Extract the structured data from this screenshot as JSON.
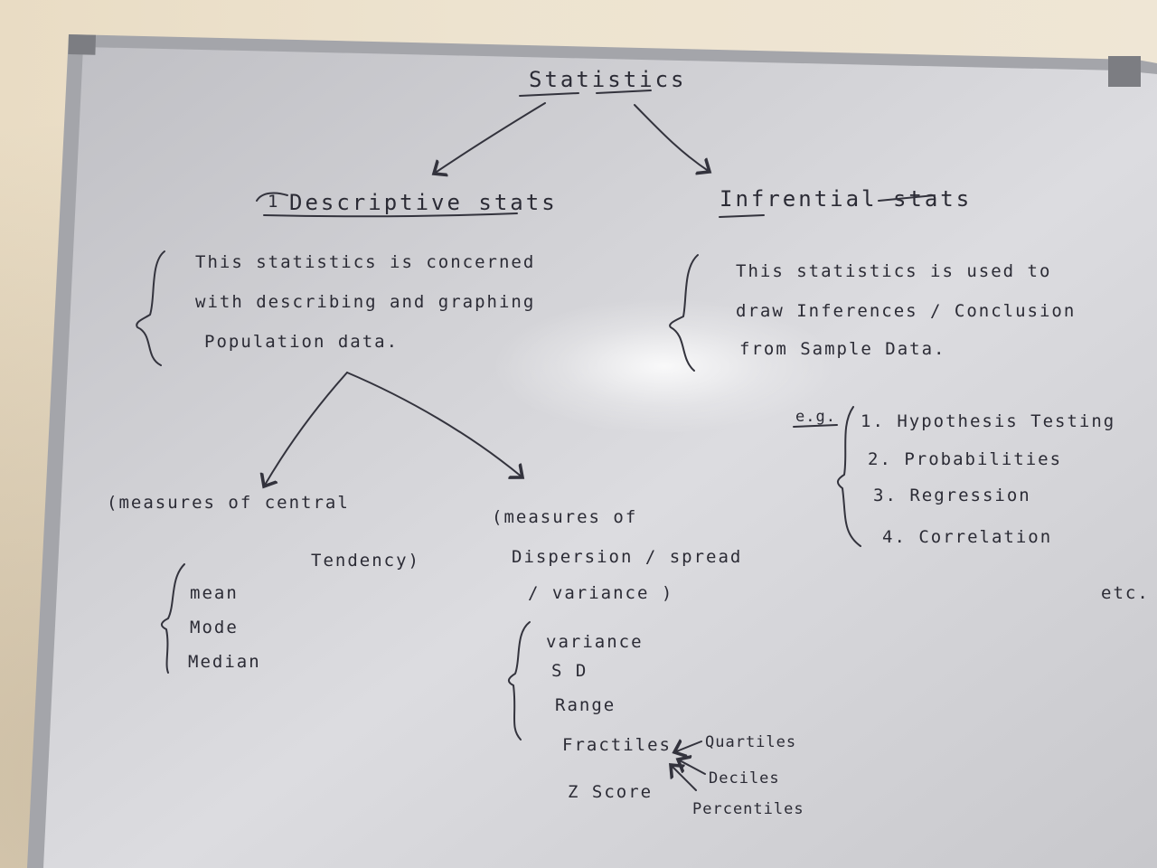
{
  "board": {
    "title": "Statistics",
    "branches": {
      "descriptive": {
        "number": "1",
        "heading": "Descriptive stats",
        "definition": [
          "This statistics is concerned",
          "with describing and graphing",
          "Population data."
        ],
        "subtopics": {
          "central_tendency": {
            "heading_line1": "(measures of central",
            "heading_line2": "Tendency)",
            "items": [
              "mean",
              "Mode",
              "Median"
            ]
          },
          "dispersion": {
            "heading_line1": "(measures of",
            "heading_line2": "Dispersion / spread",
            "heading_line3": "/ variance )",
            "items": [
              "variance",
              "S D",
              "Range",
              "Fractiles",
              "Z Score"
            ],
            "fractile_types": [
              "Quartiles",
              "Deciles",
              "Percentiles"
            ]
          }
        }
      },
      "inferential": {
        "heading": "Infrential stats",
        "definition": [
          "This statistics is used to",
          "draw Inferences / Conclusion",
          "from Sample Data."
        ],
        "examples_label": "e.g.",
        "examples": [
          "1. Hypothesis Testing",
          "2. Probabilities",
          "3. Regression",
          "4. Correlation"
        ],
        "examples_suffix": "etc."
      }
    }
  },
  "colors": {
    "board_surface": "#cfcfd3",
    "ink": "#2b2b35",
    "frame": "#9a9ba0",
    "wall": "#ece1cc"
  }
}
